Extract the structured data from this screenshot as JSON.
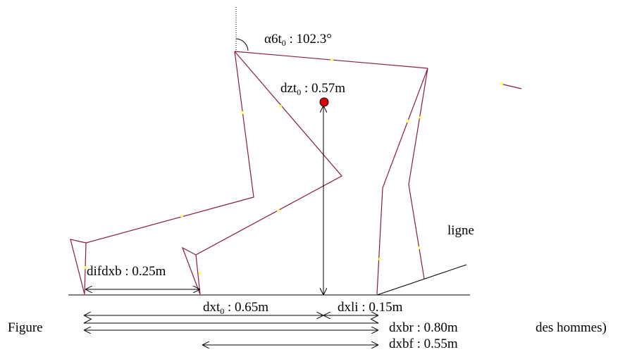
{
  "labels": {
    "angle": "α6t",
    "angle_sub": "0",
    "angle_value": " : 102.3°",
    "dzt": "dzt",
    "dzt_sub": "0",
    "dzt_value": " : 0.57m",
    "ligne": "ligne",
    "difdxb": "difdxb : 0.25m",
    "dxt": "dxt",
    "dxt_sub": "0",
    "dxt_value": " : 0.65m",
    "dxli": "dxli : 0.15m",
    "dxbr": "dxbr : 0.80m",
    "dxbf": "dxbf : 0.55m",
    "figure_left": "Figure",
    "figure_right": "des hommes)"
  },
  "colors": {
    "body_lines": "#8b1a4a",
    "joint_dots": "#ffff66",
    "center_point": "#dd0000",
    "dimension_lines": "#000000"
  }
}
